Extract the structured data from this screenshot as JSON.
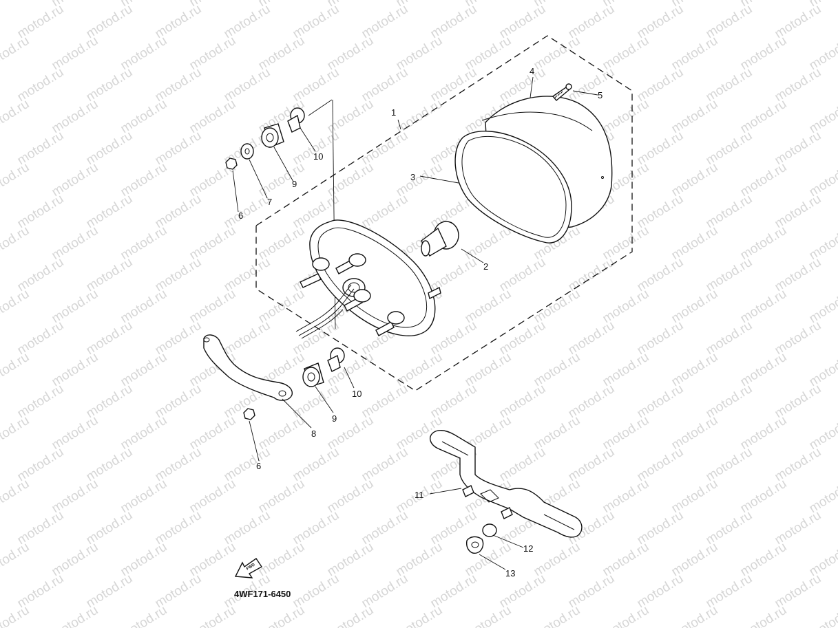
{
  "watermark": {
    "text": "motod.ru",
    "color": "#d6d6d6"
  },
  "callouts": [
    {
      "id": "c1",
      "label": "1"
    },
    {
      "id": "c2",
      "label": "2"
    },
    {
      "id": "c3",
      "label": "3"
    },
    {
      "id": "c4",
      "label": "4"
    },
    {
      "id": "c5",
      "label": "5"
    },
    {
      "id": "c6a",
      "label": "6"
    },
    {
      "id": "c6b",
      "label": "6"
    },
    {
      "id": "c7",
      "label": "7"
    },
    {
      "id": "c8",
      "label": "8"
    },
    {
      "id": "c9a",
      "label": "9"
    },
    {
      "id": "c9b",
      "label": "9"
    },
    {
      "id": "c10a",
      "label": "10"
    },
    {
      "id": "c10b",
      "label": "10"
    },
    {
      "id": "c11",
      "label": "11"
    },
    {
      "id": "c12",
      "label": "12"
    },
    {
      "id": "c13",
      "label": "13"
    }
  ],
  "diagram_code": "4WF171-6450",
  "fwd_arrow": {
    "label": "FWD",
    "icon": "fwd-arrow-icon"
  }
}
